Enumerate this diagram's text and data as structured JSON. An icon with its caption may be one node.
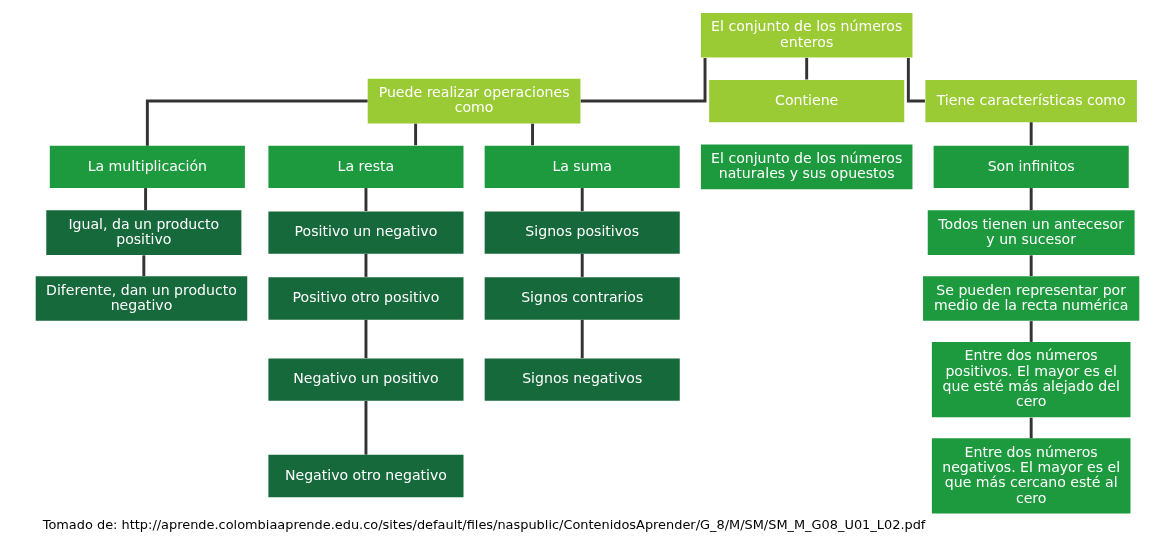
{
  "diagram": {
    "caption": "Tomado de: http://aprende.colombiaaprende.edu.co/sites/default/files/naspublic/ContenidosAprender/G_8/M/SM/SM_M_G08_U01_L02.pdf",
    "nodes": [
      {
        "text": [
          "El conjunto de los números enteros"
        ]
      },
      {
        "text": [
          "Puede realizar operaciones como"
        ]
      },
      {
        "text": [
          "Contiene"
        ]
      },
      {
        "text": [
          "Tiene características como"
        ]
      },
      {
        "text": [
          "La multiplicación"
        ]
      },
      {
        "text": [
          "Igual, da un producto positivo"
        ]
      },
      {
        "text": [
          "Diferente, dan un producto negativo"
        ]
      },
      {
        "text": [
          "La resta"
        ]
      },
      {
        "text": [
          "Positivo un negativo"
        ]
      },
      {
        "text": [
          "Positivo otro positivo"
        ]
      },
      {
        "text": [
          "Negativo un positivo"
        ]
      },
      {
        "text": [
          "Negativo otro negativo"
        ]
      },
      {
        "text": [
          "La suma"
        ]
      },
      {
        "text": [
          "Signos positivos"
        ]
      },
      {
        "text": [
          "Signos contrarios"
        ]
      },
      {
        "text": [
          "Signos negativos"
        ]
      },
      {
        "text": [
          "El conjunto de los números naturales y sus opuestos"
        ]
      },
      {
        "text": [
          "Son infinitos"
        ]
      },
      {
        "text": [
          "Todos tienen un antecesor y un sucesor"
        ]
      },
      {
        "text": [
          "Se pueden representar por medio de la recta numérica"
        ]
      },
      {
        "text": [
          "Entre dos números positivos. El mayor es el que esté más alejado del cero"
        ]
      },
      {
        "text": [
          "Entre dos números negativos. El mayor es el que más cercano esté al cero"
        ]
      }
    ],
    "edges": [
      {
        "from": 0,
        "to": 1,
        "arrow": "none"
      },
      {
        "from": 0,
        "to": 2,
        "arrow": "none"
      },
      {
        "from": 0,
        "to": 3,
        "arrow": "none"
      },
      {
        "from": 1,
        "to": 4,
        "arrow": "none"
      },
      {
        "from": 1,
        "to": 7,
        "arrow": "none"
      },
      {
        "from": 1,
        "to": 12,
        "arrow": "none"
      },
      {
        "from": 4,
        "to": 5,
        "arrow": "none"
      },
      {
        "from": 5,
        "to": 6,
        "arrow": "none"
      },
      {
        "from": 7,
        "to": 8,
        "arrow": "none"
      },
      {
        "from": 8,
        "to": 9,
        "arrow": "none"
      },
      {
        "from": 9,
        "to": 10,
        "arrow": "none"
      },
      {
        "from": 10,
        "to": 11,
        "arrow": "none"
      },
      {
        "from": 12,
        "to": 13,
        "arrow": "none"
      },
      {
        "from": 13,
        "to": 14,
        "arrow": "none"
      },
      {
        "from": 14,
        "to": 15,
        "arrow": "none"
      },
      {
        "from": 3,
        "to": 17,
        "arrow": "none"
      },
      {
        "from": 17,
        "to": 18,
        "arrow": "none"
      },
      {
        "from": 18,
        "to": 19,
        "arrow": "none"
      },
      {
        "from": 19,
        "to": 20,
        "arrow": "none"
      },
      {
        "from": 20,
        "to": 21,
        "arrow": "none"
      }
    ]
  }
}
